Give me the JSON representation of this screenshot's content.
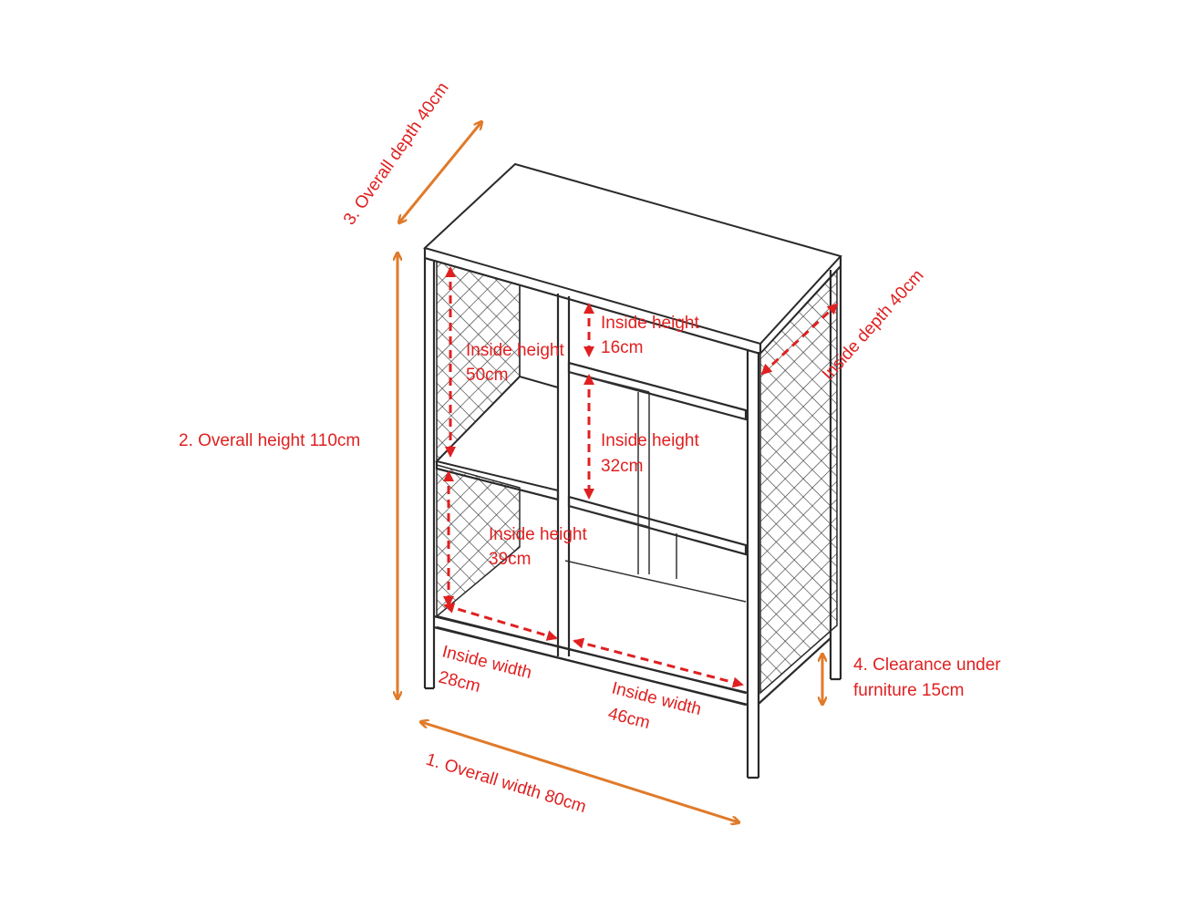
{
  "colors": {
    "overall": "#e07a2a",
    "inside": "#e02020",
    "outline": "#2a2a2a"
  },
  "overall": {
    "width": "1.  Overall width 80cm",
    "height": "2.  Overall height 110cm",
    "depth": "3. Overall depth 40cm",
    "clearance_line1": "4. Clearance under",
    "clearance_line2": "furniture 15cm"
  },
  "inside": {
    "height_left_top_1": "Inside height",
    "height_left_top_2": "50cm",
    "height_right_top_1": "Inside height",
    "height_right_top_2": "16cm",
    "height_right_mid_1": "Inside height",
    "height_right_mid_2": "32cm",
    "height_left_bottom_1": "Inside height",
    "height_left_bottom_2": "39cm",
    "width_left_1": "Inside width",
    "width_left_2": "28cm",
    "width_right_1": "Inside width",
    "width_right_2": "46cm",
    "depth": "Inside depth 40cm"
  }
}
